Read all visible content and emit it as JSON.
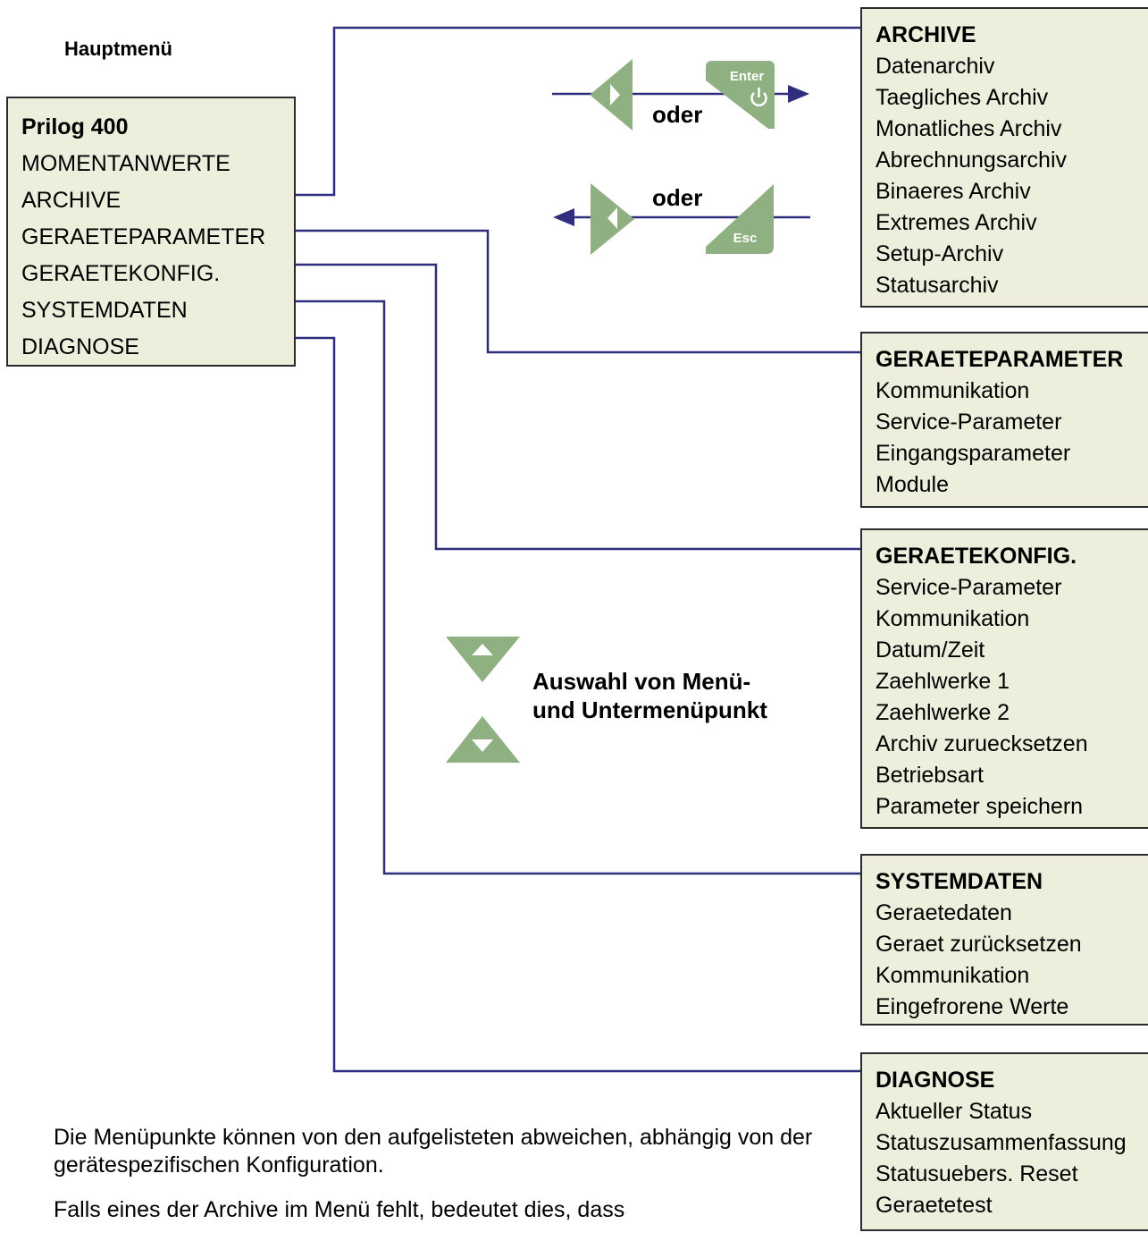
{
  "heading": "Hauptmenü",
  "main_menu": {
    "title": "Prilog 400",
    "items": [
      "MOMENTANWERTE",
      "ARCHIVE",
      "GERAETEPARAMETER",
      "GERAETEKONFIG.",
      "SYSTEMDATEN",
      "DIAGNOSE"
    ]
  },
  "submenus": {
    "archive": {
      "title": "ARCHIVE",
      "items": [
        "Datenarchiv",
        "Taegliches Archiv",
        "Monatliches Archiv",
        "Abrechnungsarchiv",
        "Binaeres Archiv",
        "Extremes Archiv",
        "Setup-Archiv",
        "Statusarchiv"
      ]
    },
    "geraeteparameter": {
      "title": "GERAETEPARAMETER",
      "items": [
        "Kommunikation",
        "Service-Parameter",
        "Eingangsparameter",
        "Module"
      ]
    },
    "geraetekonfig": {
      "title": "GERAETEKONFIG.",
      "items": [
        "Service-Parameter",
        "Kommunikation",
        "Datum/Zeit",
        "Zaehlwerke 1",
        "Zaehlwerke 2",
        "Archiv zuruecksetzen",
        "Betriebsart",
        "Parameter speichern"
      ]
    },
    "systemdaten": {
      "title": "SYSTEMDATEN",
      "items": [
        "Geraetedaten",
        "Geraet zurücksetzen",
        "Kommunikation",
        "Eingefrorene Werte"
      ]
    },
    "diagnose": {
      "title": "DIAGNOSE",
      "items": [
        "Aktueller Status",
        "Statuszusammenfassung",
        "Statusuebers. Reset",
        "Geraetetest"
      ]
    }
  },
  "navigation": {
    "oder_forward": "oder",
    "oder_back": "oder",
    "enter_label": "Enter",
    "esc_label": "Esc",
    "selection_line1": "Auswahl von Menü-",
    "selection_line2": "und Untermenüpunkt"
  },
  "footer": {
    "note1": "Die Menüpunkte können von den aufgelisteten abweichen, abhängig von der gerätespezifischen Konfiguration.",
    "note2": "Falls eines der Archive im Menü fehlt, bedeutet dies, dass"
  },
  "colors": {
    "connector": "#2e2d7e",
    "box_fill": "#eeeedc",
    "key_fill": "#8fb080"
  }
}
